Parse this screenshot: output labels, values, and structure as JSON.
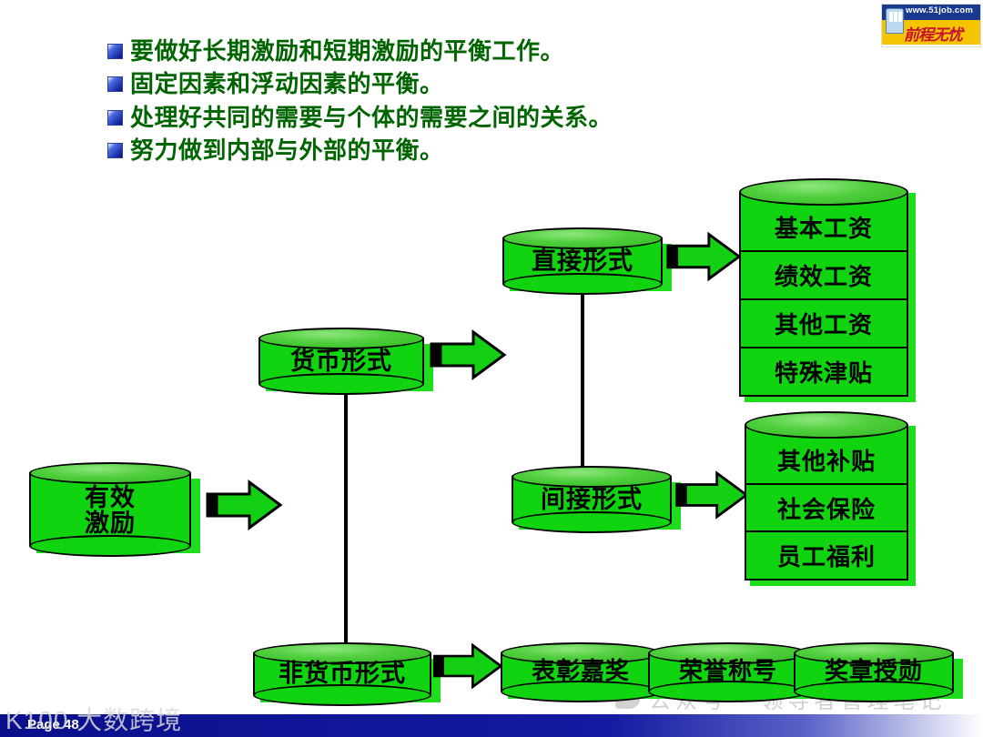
{
  "logo": {
    "name": "51job-logo",
    "url_text": "www.51job.com",
    "brand_cn": "前程无忧",
    "colors": {
      "band": "#1a3a8f",
      "plate": "#f5c400",
      "brand": "#c8102e"
    }
  },
  "bullets": [
    {
      "text": "要做好长期激励和短期激励的平衡工作。"
    },
    {
      "text": "固定因素和浮动因素的平衡。"
    },
    {
      "text": "处理好共同的需要与个体的需要之间的关系。"
    },
    {
      "text": "努力做到内部与外部的平衡。"
    }
  ],
  "diagram": {
    "nodes": {
      "root": "有效\n激励",
      "root_line1": "有效",
      "root_line2": "激励",
      "monetary": "货币形式",
      "non_monetary": "非货币形式",
      "direct": "直接形式",
      "indirect": "间接形式"
    },
    "direct_items": [
      "基本工资",
      "绩效工资",
      "其他工资",
      "特殊津贴"
    ],
    "indirect_items": [
      "其他补贴",
      "社会保险",
      "员工福利"
    ],
    "non_monetary_items": [
      "表彰嘉奖",
      "荣誉称号",
      "奖章授勋"
    ],
    "colors": {
      "cylinder_body": "#0fd40f",
      "cylinder_top": "#4fce3c",
      "arrow": "#14d014",
      "outline": "#000000",
      "bullet_text": "#006400"
    }
  },
  "watermarks": {
    "wechat": "公众号 · 领导者管理笔记",
    "corner": "K100 大数跨境"
  },
  "footer": {
    "page_label": "Page 48"
  }
}
